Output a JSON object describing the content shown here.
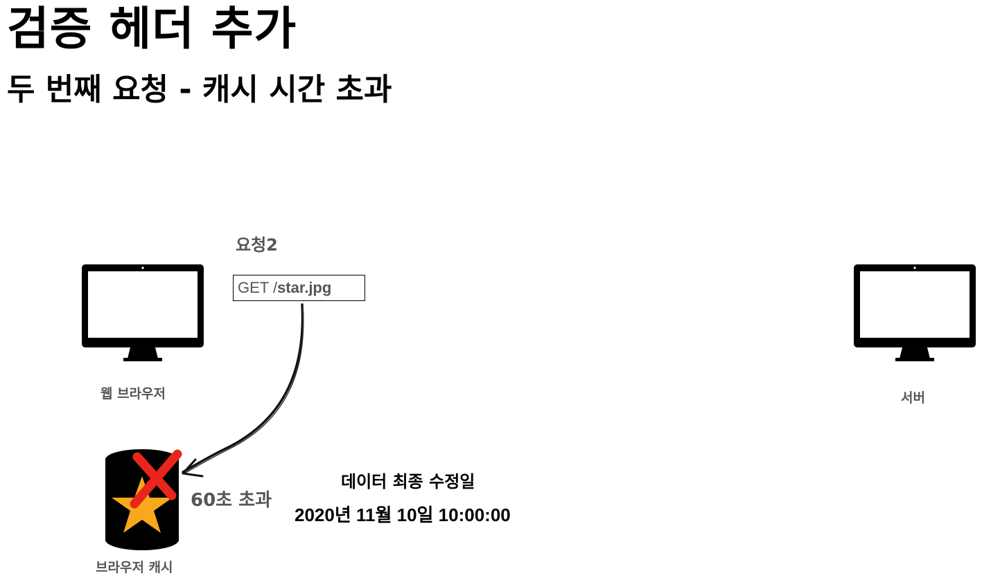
{
  "title": "검증 헤더 추가",
  "subtitle": "두 번째 요청 - 캐시 시간 초과",
  "client": {
    "label": "웹 브라우저",
    "icon": "monitor-icon"
  },
  "server": {
    "label": "서버",
    "icon": "monitor-icon"
  },
  "request": {
    "label": "요청2",
    "line_prefix": "GET /",
    "line_path": "star.jpg"
  },
  "cache": {
    "label": "브라우저 캐시",
    "icon": "database-star-icon",
    "status": "60초 초과",
    "invalid_marker": "red-x-icon",
    "marker_color": "#e8261b",
    "star_color": "#f7a81b"
  },
  "data": {
    "heading": "데이터 최종 수정일",
    "value": "2020년 11월 10일 10:00:00"
  }
}
